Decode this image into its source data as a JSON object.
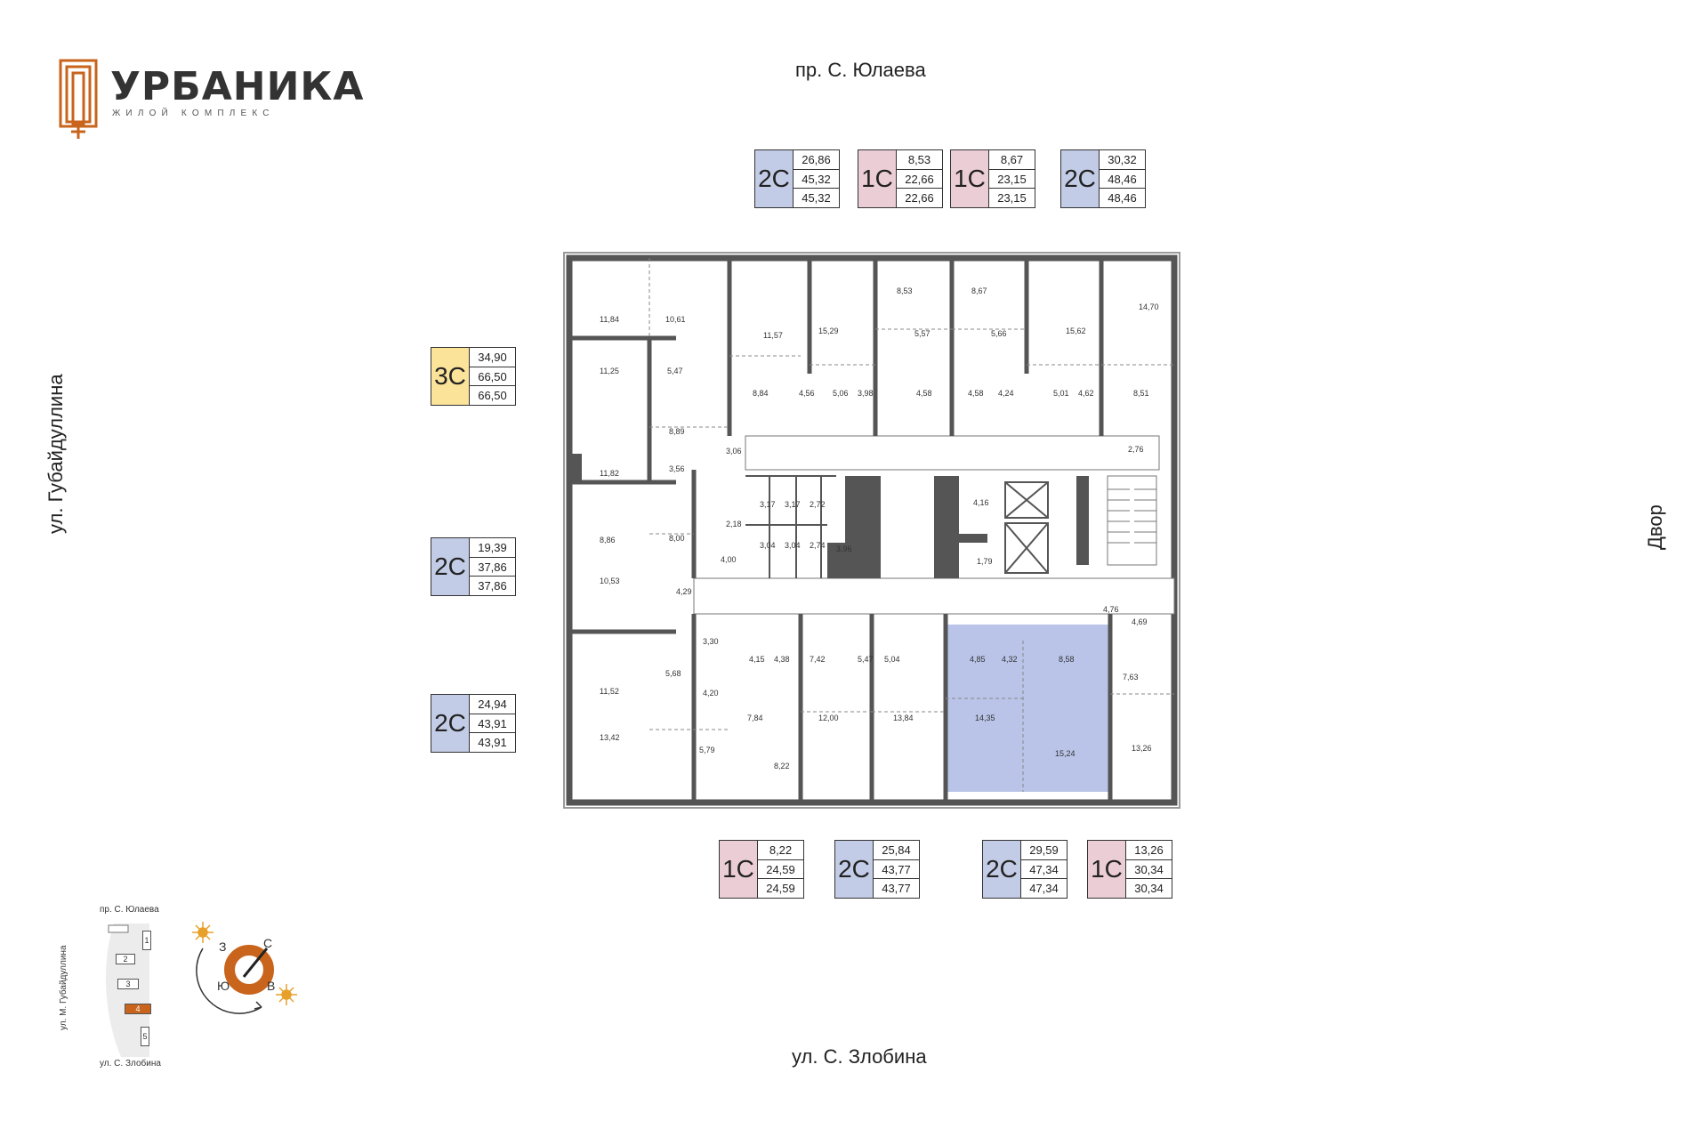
{
  "logo": {
    "name": "УРБАНИКА",
    "subtitle": "ЖИЛОЙ КОМПЛЕКС",
    "brand_color": "#C8641C"
  },
  "streets": {
    "top": "пр. С. Юлаева",
    "bottom": "ул. С. Злобина",
    "left": "ул. Губайдуллина",
    "right": "Двор"
  },
  "colors": {
    "two_room": "#C3CCE6",
    "one_room": "#EBCDD6",
    "three_room": "#FBE39A",
    "highlight": "#B9C4E8",
    "walls": "#555555"
  },
  "apartments": [
    {
      "id": "a1",
      "code": "2С",
      "color": "#C3CCE6",
      "values": [
        "26,86",
        "45,32",
        "45,32"
      ]
    },
    {
      "id": "a2",
      "code": "1С",
      "color": "#EBCDD6",
      "values": [
        "8,53",
        "22,66",
        "22,66"
      ]
    },
    {
      "id": "a3",
      "code": "1С",
      "color": "#EBCDD6",
      "values": [
        "8,67",
        "23,15",
        "23,15"
      ]
    },
    {
      "id": "a4",
      "code": "2С",
      "color": "#C3CCE6",
      "values": [
        "30,32",
        "48,46",
        "48,46"
      ]
    },
    {
      "id": "a5",
      "code": "3С",
      "color": "#FBE39A",
      "values": [
        "34,90",
        "66,50",
        "66,50"
      ]
    },
    {
      "id": "a6",
      "code": "2С",
      "color": "#C3CCE6",
      "values": [
        "19,39",
        "37,86",
        "37,86"
      ]
    },
    {
      "id": "a7",
      "code": "2С",
      "color": "#C3CCE6",
      "values": [
        "24,94",
        "43,91",
        "43,91"
      ]
    },
    {
      "id": "a8",
      "code": "1С",
      "color": "#EBCDD6",
      "values": [
        "8,22",
        "24,59",
        "24,59"
      ]
    },
    {
      "id": "a9",
      "code": "2С",
      "color": "#C3CCE6",
      "values": [
        "25,84",
        "43,77",
        "43,77"
      ]
    },
    {
      "id": "a10",
      "code": "2С",
      "color": "#C3CCE6",
      "values": [
        "29,59",
        "47,34",
        "47,34"
      ]
    },
    {
      "id": "a11",
      "code": "1С",
      "color": "#EBCDD6",
      "values": [
        "13,26",
        "30,34",
        "30,34"
      ]
    }
  ],
  "room_labels": [
    "11,84",
    "10,61",
    "11,57",
    "15,29",
    "8,53",
    "8,67",
    "15,62",
    "14,70",
    "5,57",
    "5,66",
    "11,25",
    "5,47",
    "8,84",
    "4,56",
    "5,06",
    "3,98",
    "4,58",
    "4,58",
    "4,24",
    "5,01",
    "4,62",
    "8,51",
    "8,89",
    "3,06",
    "2,76",
    "11,82",
    "3,56",
    "3,17",
    "3,17",
    "2,72",
    "4,16",
    "8,86",
    "8,00",
    "2,18",
    "3,04",
    "3,04",
    "2,74",
    "3,96",
    "1,79",
    "4,00",
    "10,53",
    "4,29",
    "4,76",
    "4,69",
    "3,30",
    "7,42",
    "5,47",
    "5,04",
    "4,85",
    "4,32",
    "8,58",
    "4,15",
    "4,38",
    "5,68",
    "7,63",
    "11,52",
    "4,20",
    "7,84",
    "12,00",
    "13,84",
    "14,35",
    "13,42",
    "5,79",
    "8,22",
    "15,24",
    "13,26"
  ],
  "minimap": {
    "street_top": "пр. С. Юлаева",
    "street_bottom": "ул. С. Злобина",
    "street_left": "ул. М. Губайдуллина",
    "buildings": [
      "1",
      "2",
      "3",
      "4",
      "5"
    ],
    "active_building": "4",
    "compass": {
      "n": "С",
      "w": "З",
      "s": "Ю",
      "e": "В"
    }
  }
}
